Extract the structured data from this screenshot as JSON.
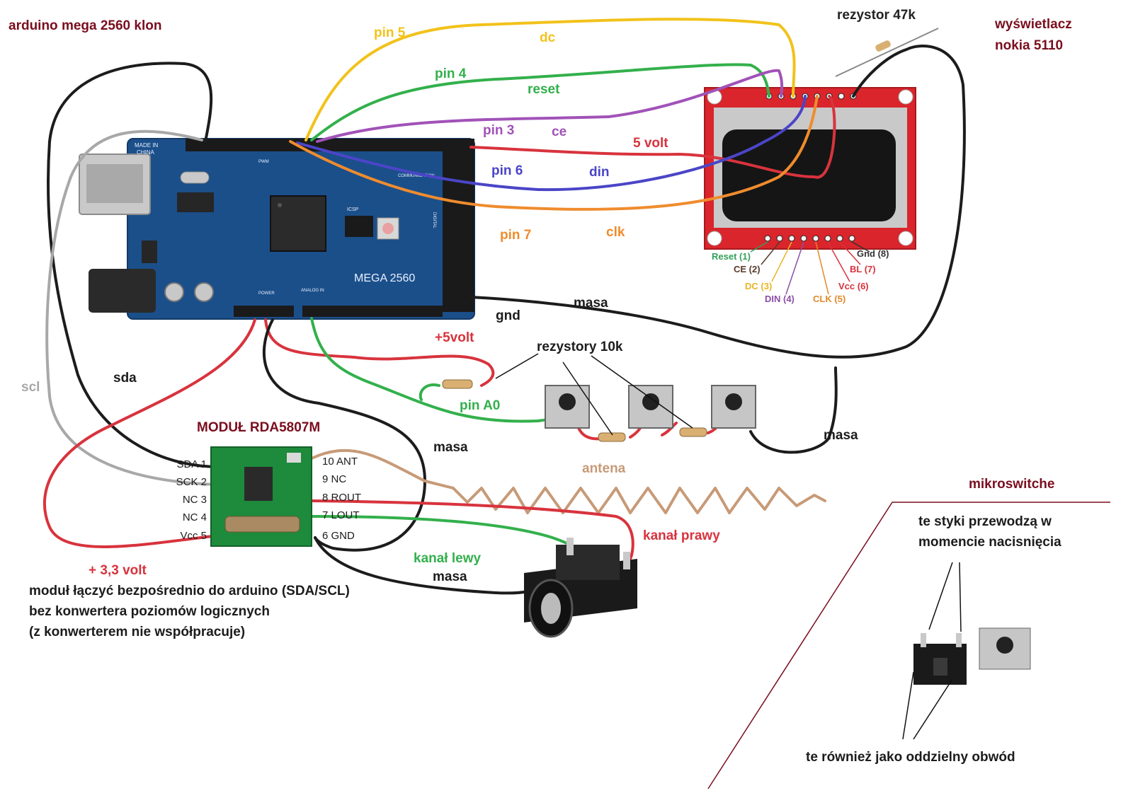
{
  "colors": {
    "dark_red": "#7a0e1e",
    "yellow": "#f2c21b",
    "green": "#33b04c",
    "purple": "#a152b8",
    "red": "#d8333d",
    "blue": "#4b45c7",
    "orange": "#ef8c2e",
    "black": "#1c1c1c",
    "grey": "#a8a8a8",
    "brown": "#c79a77",
    "pcb_blue": "#1b4f8a",
    "lcd_red": "#d9252b",
    "module_green": "#1d8a3c"
  },
  "titles": {
    "arduino": "arduino mega 2560 klon",
    "display_line1": "wyświetlacz",
    "display_line2": "nokia 5110",
    "resistor_47k": "rezystor 47k",
    "module": "MODUŁ RDA5807M",
    "microswitches": "mikroswitche"
  },
  "arduino_board": {
    "model": "MEGA 2560",
    "made_in": "MADE IN",
    "china": "CHINA",
    "icsp": "ICSP",
    "power": "POWER",
    "analog_in": "ANALOG IN",
    "digital": "DIGITAL",
    "communication": "COMMUNICATION",
    "pwm": "PWM"
  },
  "wire_labels": {
    "pin5": "pin 5",
    "dc": "dc",
    "pin4": "pin 4",
    "reset": "reset",
    "pin3": "pin 3",
    "ce": "ce",
    "five_volt": "5 volt",
    "pin6": "pin 6",
    "din": "din",
    "pin7": "pin 7",
    "clk": "clk",
    "gnd": "gnd",
    "masa_top": "masa",
    "plus5volt": "+5volt",
    "rezystory": "rezystory 10k",
    "pin_a0": "pin A0",
    "masa_buttons": "masa",
    "masa_middle": "masa",
    "antena": "antena",
    "kanal_prawy": "kanał prawy",
    "kanal_lewy": "kanał lewy",
    "masa_jack": "masa",
    "sda": "sda",
    "scl": "scl",
    "v33": "+ 3,3 volt"
  },
  "lcd_pins": [
    {
      "label": "Reset (1)",
      "color": "#33a05a"
    },
    {
      "label": "CE (2)",
      "color": "#5a3a2a"
    },
    {
      "label": "DC (3)",
      "color": "#e9b526"
    },
    {
      "label": "DIN (4)",
      "color": "#8b4fa6"
    },
    {
      "label": "CLK (5)",
      "color": "#e08a2a"
    },
    {
      "label": "Vcc (6)",
      "color": "#d8333d"
    },
    {
      "label": "BL (7)",
      "color": "#d8333d"
    },
    {
      "label": "Gnd (8)",
      "color": "#333333"
    }
  ],
  "module_pins_left": [
    "SDA  1",
    "SCK  2",
    "NC  3",
    "NC  4",
    "Vcc  5"
  ],
  "module_pins_right": [
    "10 ANT",
    "9  NC",
    "8  ROUT",
    "7  LOUT",
    "6  GND"
  ],
  "notes": [
    "moduł łączyć bezpośrednio do arduino (SDA/SCL)",
    "bez konwertera poziomów logicznych",
    "(z konwerterem nie współpracuje)"
  ],
  "microswitch_notes": {
    "top_line1": "te styki przewodzą w",
    "top_line2": "momencie nacisnięcia",
    "bottom": "te również jako oddzielny obwód"
  }
}
